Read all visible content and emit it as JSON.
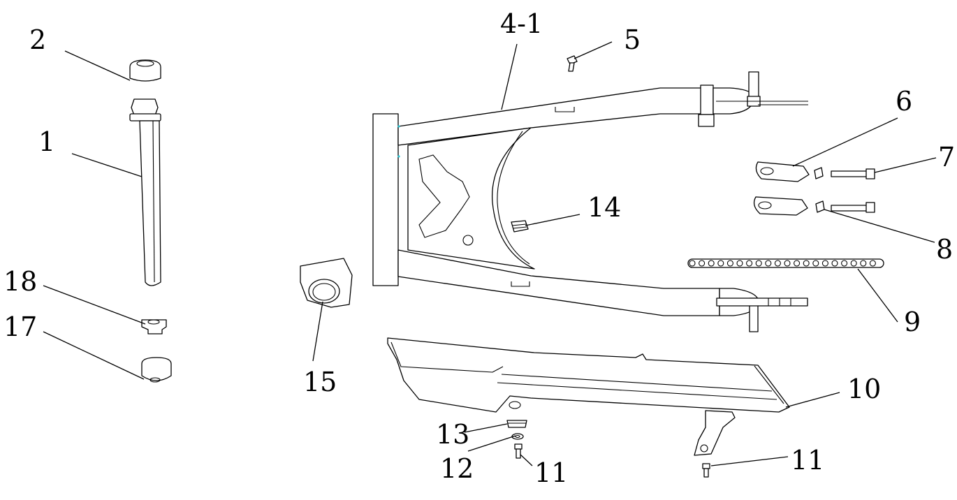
{
  "diagram": {
    "callouts": {
      "c1": "1",
      "c2": "2",
      "c4_1": "4-1",
      "c5": "5",
      "c6": "6",
      "c7": "7",
      "c8": "8",
      "c9": "9",
      "c10": "10",
      "c11_left": "11",
      "c11_right": "11",
      "c12": "12",
      "c13": "13",
      "c14": "14",
      "c15": "15",
      "c17": "17",
      "c18": "18"
    },
    "colors": {
      "line": "#000000",
      "background": "#ffffff",
      "accent": "#29c6d6"
    }
  }
}
